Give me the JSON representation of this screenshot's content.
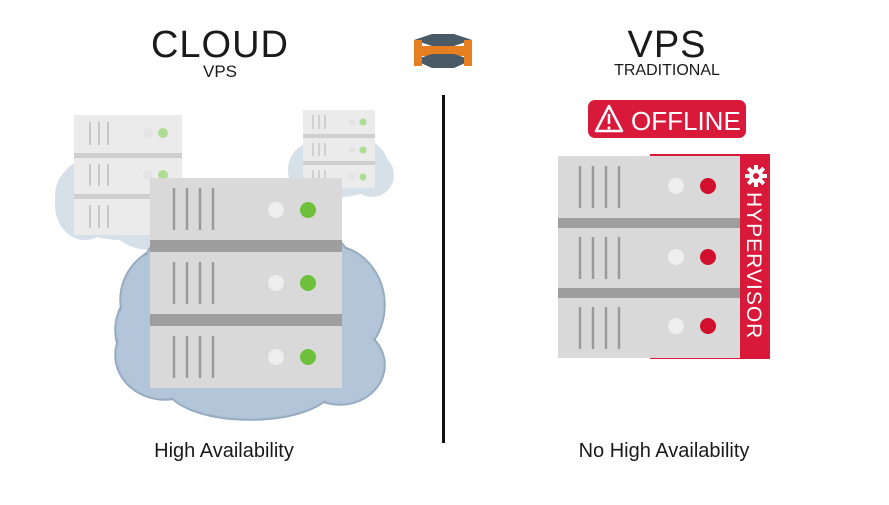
{
  "left_panel": {
    "title": "CLOUD",
    "subtitle": "VPS",
    "caption": "High Availability",
    "status_color": "#6fc13b"
  },
  "right_panel": {
    "title": "VPS",
    "subtitle": "TRADITIONAL",
    "caption": "No High Availability",
    "offline_badge": "OFFLINE",
    "hypervisor_label": "HYPERVISOR",
    "status_color": "#d0102c",
    "accent_color": "#d8193a"
  },
  "icons": {
    "center_logo": "stacked-layers-logo-icon",
    "warning": "warning-triangle-icon",
    "settings": "gear-icon"
  },
  "colors": {
    "cloud_fill": "#aebfd2",
    "server_body": "#d9d9d9",
    "server_gap": "#9e9e9e",
    "divider": "#111111"
  }
}
